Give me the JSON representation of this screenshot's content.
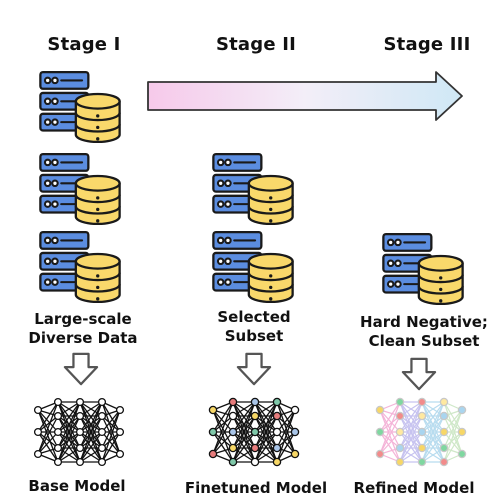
{
  "stages": [
    {
      "title": "Stage I"
    },
    {
      "title": "Stage II"
    },
    {
      "title": "Stage III"
    }
  ],
  "data_labels": [
    {
      "lines": [
        "Large-scale",
        "Diverse Data"
      ]
    },
    {
      "lines": [
        "Selected",
        "Subset"
      ]
    },
    {
      "lines": [
        "Hard Negative;",
        "Clean Subset"
      ]
    }
  ],
  "model_labels": [
    {
      "label": "Base Model"
    },
    {
      "label": "Finetuned Model"
    },
    {
      "label": "Refined Model"
    }
  ],
  "icons": {
    "database": "server-database-icon",
    "arrow": "down-arrow-icon",
    "network": "neural-network-icon"
  },
  "colors": {
    "server_blue": "#5b8de0",
    "database_yellow": "#f9d86b",
    "outline": "#1a1a1a",
    "progress_arrow_start": "#f6c9ea",
    "progress_arrow_end": "#cfe8f5"
  }
}
